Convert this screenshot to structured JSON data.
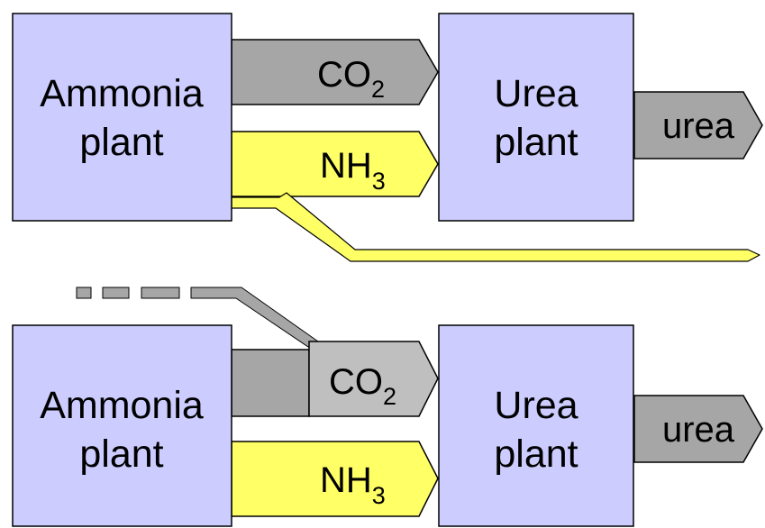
{
  "colors": {
    "plant_fill": "#ccccff",
    "outline": "#000000",
    "co2_fill": "#a6a6a6",
    "co2_light_fill": "#bfbfbf",
    "nh3_fill": "#ffff66",
    "urea_fill": "#a6a6a6"
  },
  "top": {
    "ammonia_plant": {
      "line1": "Ammonia",
      "line2": "plant"
    },
    "co2_arrow": {
      "main": "CO",
      "sub": "2"
    },
    "nh3_arrow": {
      "main": "NH",
      "sub": "3"
    },
    "urea_plant": {
      "line1": "Urea",
      "line2": "plant"
    },
    "urea_output": {
      "label": "urea"
    }
  },
  "bottom": {
    "ammonia_plant": {
      "line1": "Ammonia",
      "line2": "plant"
    },
    "co2_arrow": {
      "main": "CO",
      "sub": "2"
    },
    "nh3_arrow": {
      "main": "NH",
      "sub": "3"
    },
    "urea_plant": {
      "line1": "Urea",
      "line2": "plant"
    },
    "urea_output": {
      "label": "urea"
    }
  }
}
